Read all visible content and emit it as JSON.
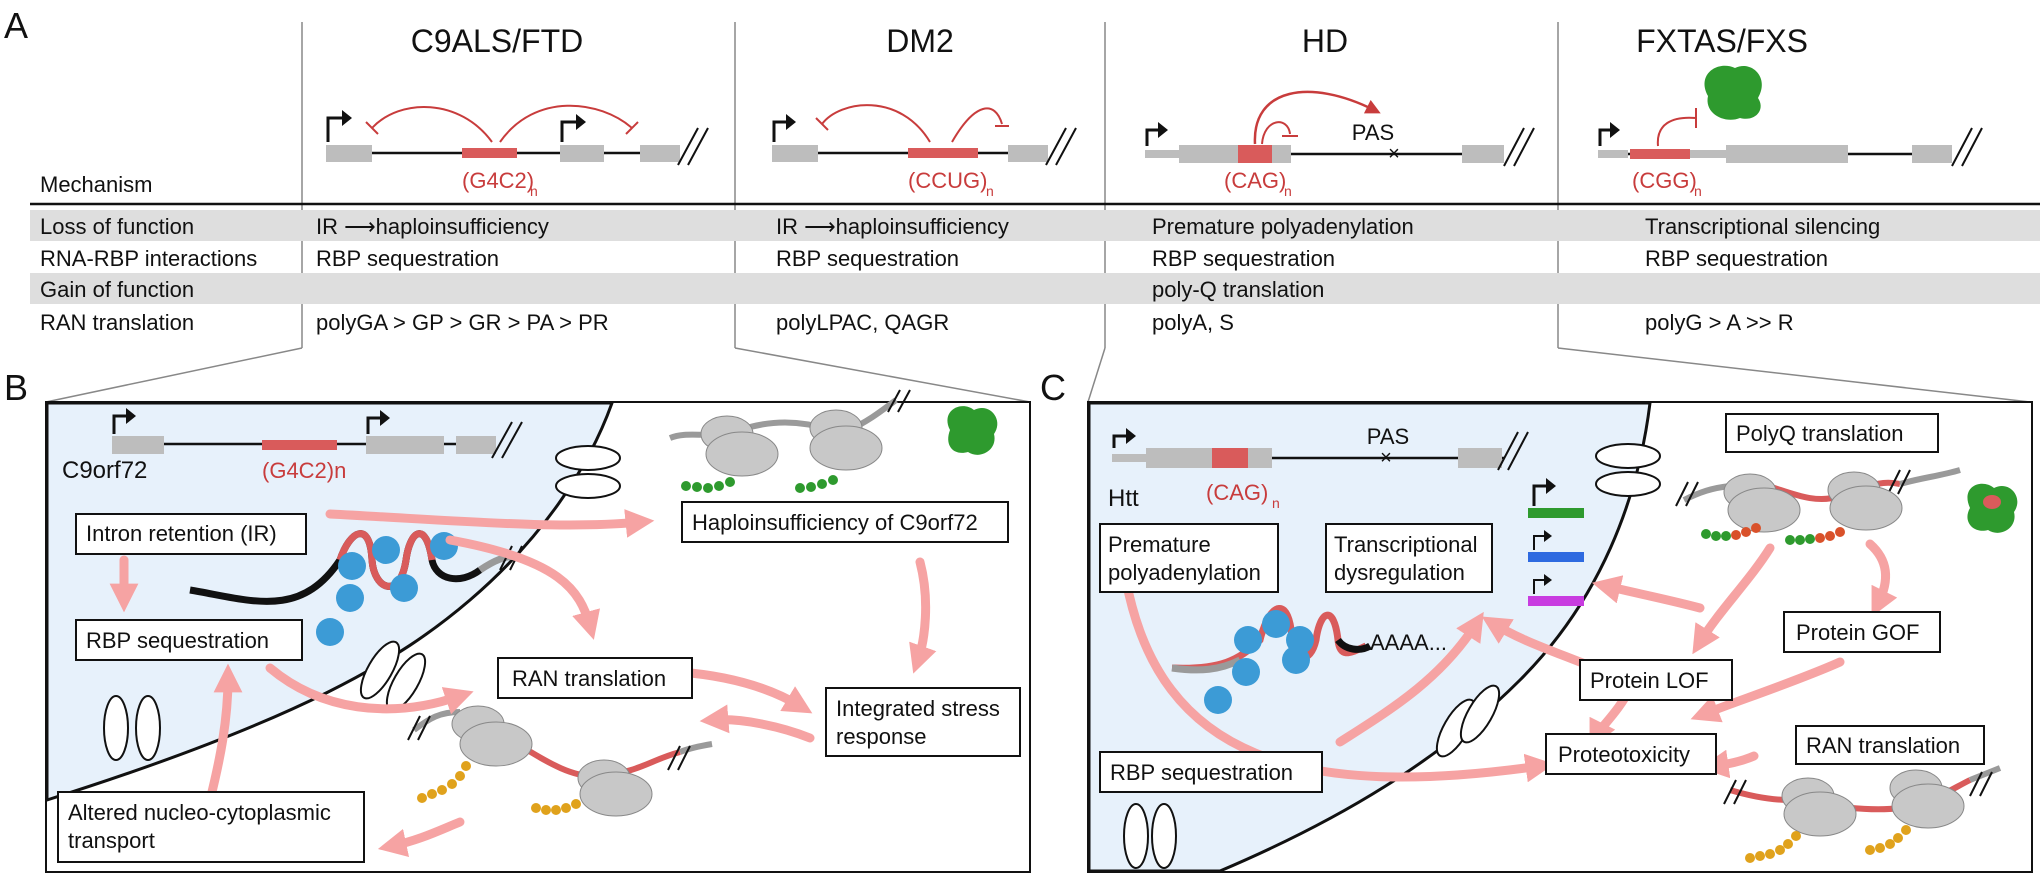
{
  "panels": {
    "a": "A",
    "b": "B",
    "c": "C"
  },
  "diseases": [
    "C9ALS/FTD",
    "DM2",
    "HD",
    "FXTAS/FXS"
  ],
  "repeats": {
    "c9": "(G4C2)",
    "dm2": "(CCUG)",
    "hd": "(CAG)",
    "fx": "(CGG)",
    "n": "n"
  },
  "pas": "PAS",
  "table": {
    "mechanism": "Mechanism",
    "rows": [
      {
        "label": "Loss of function",
        "cells": [
          "IR ⟶haploinsufficiency",
          "IR ⟶haploinsufficiency",
          "Premature polyadenylation",
          "Transcriptional silencing"
        ]
      },
      {
        "label": "RNA-RBP interactions",
        "cells": [
          "RBP sequestration",
          "RBP sequestration",
          "RBP sequestration",
          "RBP sequestration"
        ]
      },
      {
        "label": "Gain of function",
        "cells": [
          "",
          "",
          "poly-Q translation",
          ""
        ]
      },
      {
        "label": "RAN translation",
        "cells": [
          "polyGA > GP > GR > PA > PR",
          "polyLPAC, QAGR",
          "polyA, S",
          "polyG > A >> R"
        ]
      }
    ]
  },
  "panelB": {
    "gene": "C9orf72",
    "repeat": "(G4C2)n",
    "boxes": {
      "ir": "Intron retention (IR)",
      "rbp": "RBP sequestration",
      "haplo": "Haploinsufficiency of C9orf72",
      "ran": "RAN translation",
      "isr1": "Integrated stress",
      "isr2": "response",
      "nct1": "Altered nucleo-cytoplasmic",
      "nct2": "transport"
    }
  },
  "panelC": {
    "gene": "Htt",
    "repeat": "(CAG)",
    "polyA": "AAAA...",
    "boxes": {
      "pre1": "Premature",
      "pre2": "polyadenylation",
      "td1": "Transcriptional",
      "td2": "dysregulation",
      "polyq": "PolyQ translation",
      "gof": "Protein GOF",
      "lof": "Protein LOF",
      "prot": "Proteotoxicity",
      "ran": "RAN translation",
      "rbp": "RBP sequestration"
    }
  }
}
